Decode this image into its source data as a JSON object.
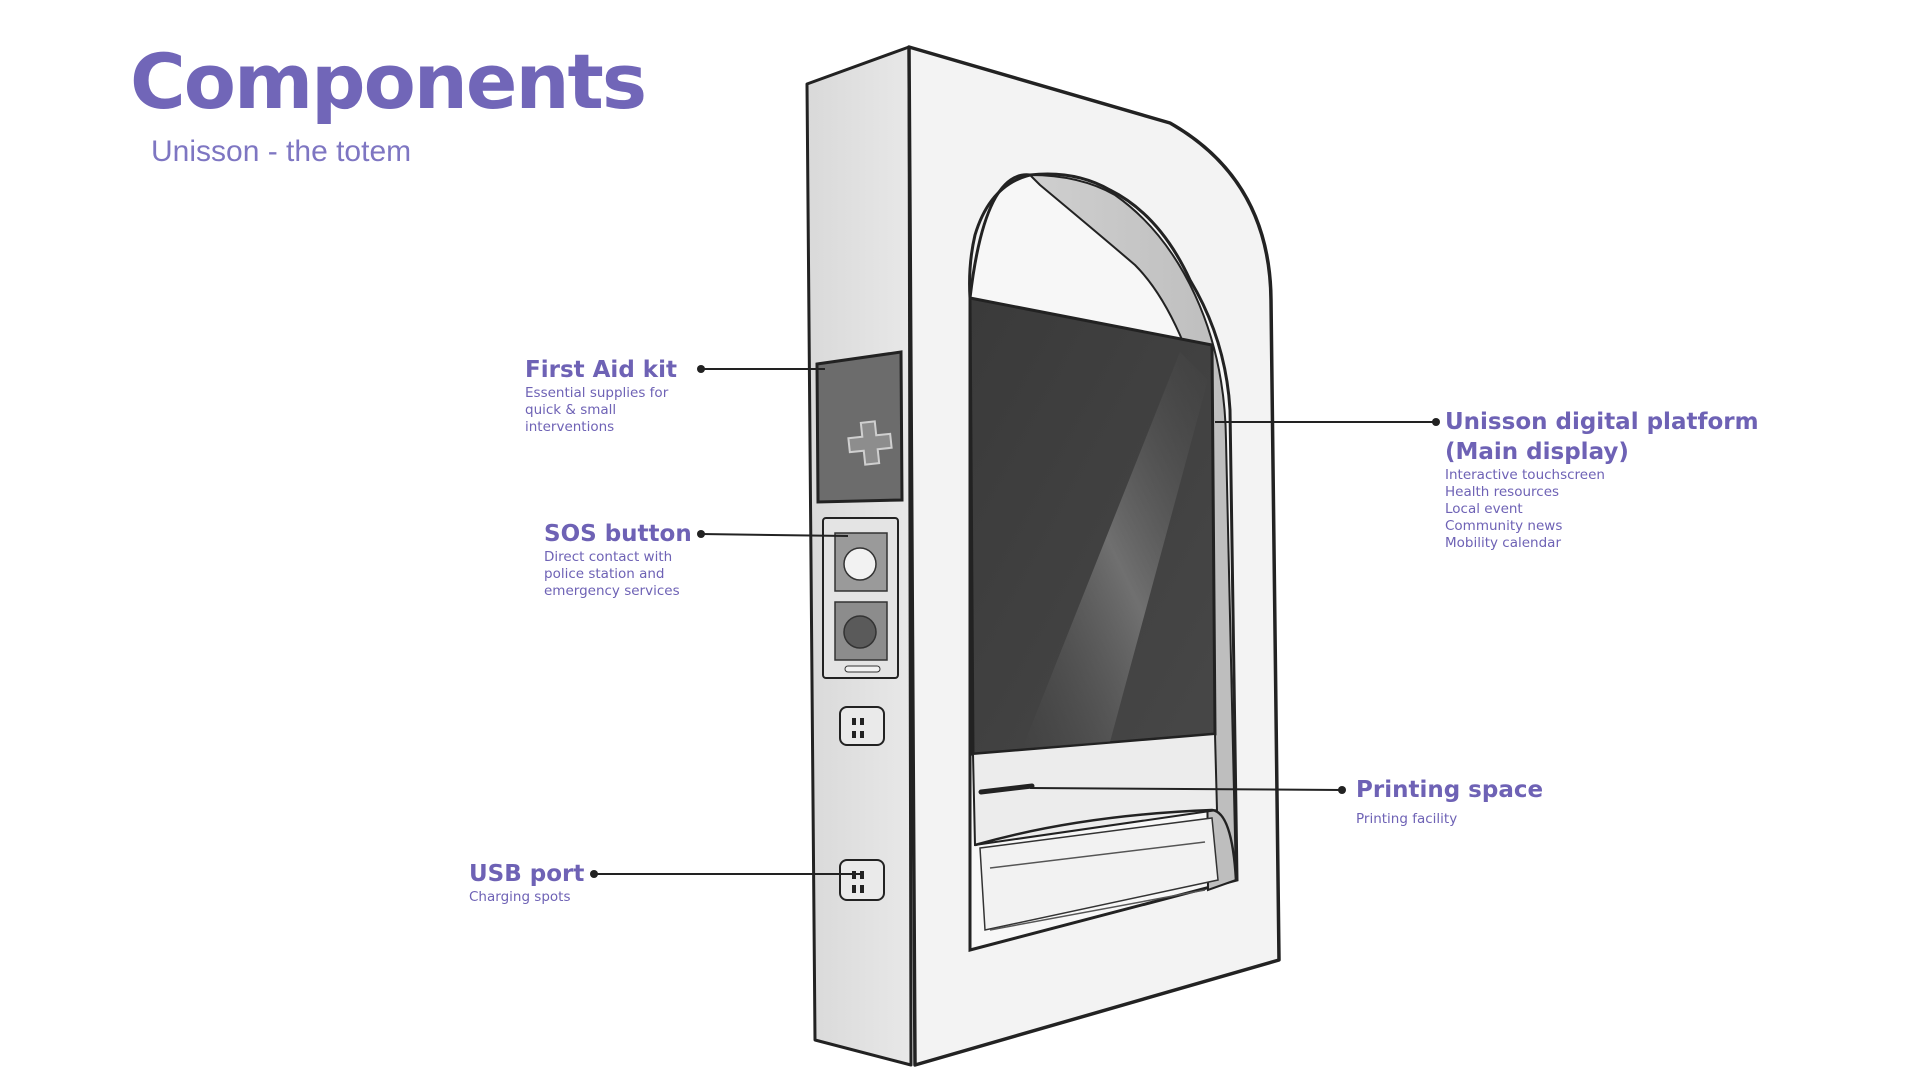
{
  "title": "Components",
  "subtitle": "Unisson - the totem",
  "callouts": {
    "first_aid": {
      "title": "First Aid kit",
      "lines": [
        "Essential supplies for",
        "quick & small",
        "interventions"
      ]
    },
    "sos": {
      "title": "SOS button",
      "lines": [
        "Direct contact with",
        "police station and",
        "emergency services"
      ]
    },
    "usb": {
      "title": "USB port",
      "lines": [
        "Charging spots"
      ]
    },
    "platform": {
      "title_line1": "Unisson digital platform",
      "title_line2": "(Main display)",
      "lines": [
        "Interactive touchscreen",
        "Health resources",
        "Local event",
        "Community news",
        "Mobility calendar"
      ]
    },
    "printing": {
      "title": "Printing space",
      "lines": [
        "Printing facility"
      ]
    }
  },
  "colors": {
    "accent": "#6e62b5",
    "outline": "#222222",
    "panel": "#ececec",
    "screen": "#3e3e3e",
    "firstaid_box": "#6b6b6b"
  }
}
